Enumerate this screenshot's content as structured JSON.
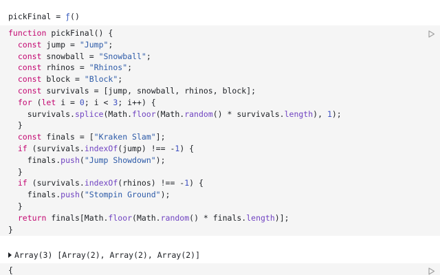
{
  "output_cell": {
    "name": "pickFinal",
    "equals": " = ",
    "value_glyph": "ƒ",
    "value_suffix": "()"
  },
  "code_cell": {
    "lines": [
      [
        [
          "kw",
          "function"
        ],
        [
          "def",
          " pickFinal() {"
        ]
      ],
      [
        [
          "def",
          "  "
        ],
        [
          "kw",
          "const"
        ],
        [
          "def",
          " jump = "
        ],
        [
          "str",
          "\"Jump\""
        ],
        [
          "def",
          ";"
        ]
      ],
      [
        [
          "def",
          "  "
        ],
        [
          "kw",
          "const"
        ],
        [
          "def",
          " snowball = "
        ],
        [
          "str",
          "\"Snowball\""
        ],
        [
          "def",
          ";"
        ]
      ],
      [
        [
          "def",
          "  "
        ],
        [
          "kw",
          "const"
        ],
        [
          "def",
          " rhinos = "
        ],
        [
          "str",
          "\"Rhinos\""
        ],
        [
          "def",
          ";"
        ]
      ],
      [
        [
          "def",
          "  "
        ],
        [
          "kw",
          "const"
        ],
        [
          "def",
          " block = "
        ],
        [
          "str",
          "\"Block\""
        ],
        [
          "def",
          ";"
        ]
      ],
      [
        [
          "def",
          "  "
        ],
        [
          "kw",
          "const"
        ],
        [
          "def",
          " survivals = [jump, snowball, rhinos, block];"
        ]
      ],
      [
        [
          "def",
          "  "
        ],
        [
          "kw",
          "for"
        ],
        [
          "def",
          " ("
        ],
        [
          "kw",
          "let"
        ],
        [
          "def",
          " i = "
        ],
        [
          "num",
          "0"
        ],
        [
          "def",
          "; i < "
        ],
        [
          "num",
          "3"
        ],
        [
          "def",
          "; i++) {"
        ]
      ],
      [
        [
          "def",
          "    survivals."
        ],
        [
          "prop",
          "splice"
        ],
        [
          "def",
          "(Math."
        ],
        [
          "prop",
          "floor"
        ],
        [
          "def",
          "(Math."
        ],
        [
          "prop",
          "random"
        ],
        [
          "def",
          "() * survivals."
        ],
        [
          "prop",
          "length"
        ],
        [
          "def",
          "), "
        ],
        [
          "num",
          "1"
        ],
        [
          "def",
          ");"
        ]
      ],
      [
        [
          "def",
          "  }"
        ]
      ],
      [
        [
          "def",
          "  "
        ],
        [
          "kw",
          "const"
        ],
        [
          "def",
          " finals = ["
        ],
        [
          "str",
          "\"Kraken Slam\""
        ],
        [
          "def",
          "];"
        ]
      ],
      [
        [
          "def",
          "  "
        ],
        [
          "kw",
          "if"
        ],
        [
          "def",
          " (survivals."
        ],
        [
          "prop",
          "indexOf"
        ],
        [
          "def",
          "(jump) !== -"
        ],
        [
          "num",
          "1"
        ],
        [
          "def",
          ") {"
        ]
      ],
      [
        [
          "def",
          "    finals."
        ],
        [
          "prop",
          "push"
        ],
        [
          "def",
          "("
        ],
        [
          "str",
          "\"Jump Showdown\""
        ],
        [
          "def",
          ");"
        ]
      ],
      [
        [
          "def",
          "  }"
        ]
      ],
      [
        [
          "def",
          "  "
        ],
        [
          "kw",
          "if"
        ],
        [
          "def",
          " (survivals."
        ],
        [
          "prop",
          "indexOf"
        ],
        [
          "def",
          "(rhinos) !== -"
        ],
        [
          "num",
          "1"
        ],
        [
          "def",
          ") {"
        ]
      ],
      [
        [
          "def",
          "    finals."
        ],
        [
          "prop",
          "push"
        ],
        [
          "def",
          "("
        ],
        [
          "str",
          "\"Stompin Ground\""
        ],
        [
          "def",
          ");"
        ]
      ],
      [
        [
          "def",
          "  }"
        ]
      ],
      [
        [
          "def",
          "  "
        ],
        [
          "kw",
          "return"
        ],
        [
          "def",
          " finals[Math."
        ],
        [
          "prop",
          "floor"
        ],
        [
          "def",
          "(Math."
        ],
        [
          "prop",
          "random"
        ],
        [
          "def",
          "() * finals."
        ],
        [
          "prop",
          "length"
        ],
        [
          "def",
          ")];"
        ]
      ],
      [
        [
          "def",
          "}"
        ]
      ]
    ],
    "run_icon": "play-icon"
  },
  "array_output": {
    "summary": "Array(3) [Array(2), Array(2), Array(2)]"
  },
  "code_cell_2": {
    "first_line": "{",
    "run_icon": "play-icon"
  },
  "colors": {
    "keyword": "#c30771",
    "string": "#2c5aa8",
    "number": "#3c4fc1",
    "property": "#6f42c1",
    "cell_background": "#f5f5f5"
  }
}
